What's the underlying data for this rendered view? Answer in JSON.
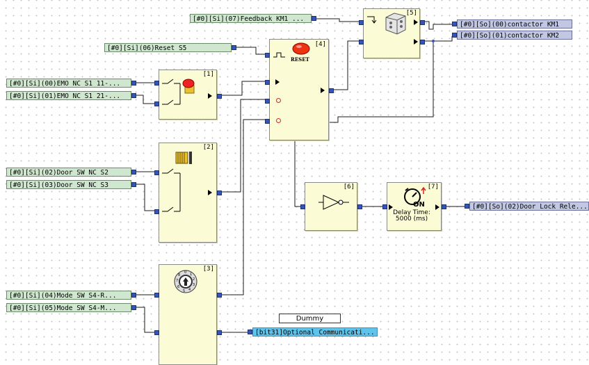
{
  "inputs": {
    "s0": "[#0][Si](00)EMO NC S1 11-...",
    "s1": "[#0][Si](01)EMO NC S1 21-...",
    "s2": "[#0][Si](02)Door SW NC S2",
    "s3": "[#0][Si](03)Door SW NC S3",
    "s4": "[#0][Si](04)Mode SW S4-R...",
    "s5": "[#0][Si](05)Mode SW S4-M...",
    "s6": "[#0][Si](06)Reset S5",
    "s7": "[#0][Si](07)Feedback KM1 ..."
  },
  "outputs": {
    "o0": "[#0][So](00)contactor KM1",
    "o1": "[#0][So](01)contactor KM2",
    "o2": "[#0][So](02)Door Lock Rele..."
  },
  "comm": "[bit31]Optional Communicati...",
  "dummy_label": "Dummy",
  "blocks": {
    "b1": "[1]",
    "b2": "[2]",
    "b3": "[3]",
    "b4": "[4]",
    "b5": "[5]",
    "b6": "[6]",
    "b7": "[7]"
  },
  "reset_label": "RESET",
  "delay": {
    "line1": "Delay Time:",
    "line2": "5000 (ms)",
    "on": "ON"
  },
  "colors": {
    "input_tag": "#cfe7cf",
    "output_tag": "#c3c8e2",
    "comm_tag": "#5ec4ec",
    "block": "#fbfbd6",
    "pin": "#3456b8",
    "wire": "#1a1a1a"
  }
}
